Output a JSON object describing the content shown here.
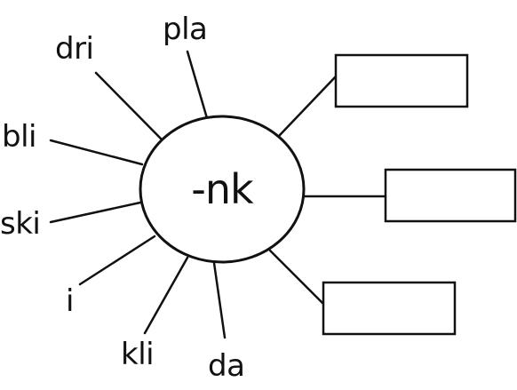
{
  "center": {
    "label": "-nk"
  },
  "spokes": [
    {
      "label": "dri"
    },
    {
      "label": "pla"
    },
    {
      "label": "bli"
    },
    {
      "label": "ski"
    },
    {
      "label": "i"
    },
    {
      "label": "kli"
    },
    {
      "label": "da"
    }
  ],
  "answer_boxes": [
    {
      "value": ""
    },
    {
      "value": ""
    },
    {
      "value": ""
    }
  ]
}
